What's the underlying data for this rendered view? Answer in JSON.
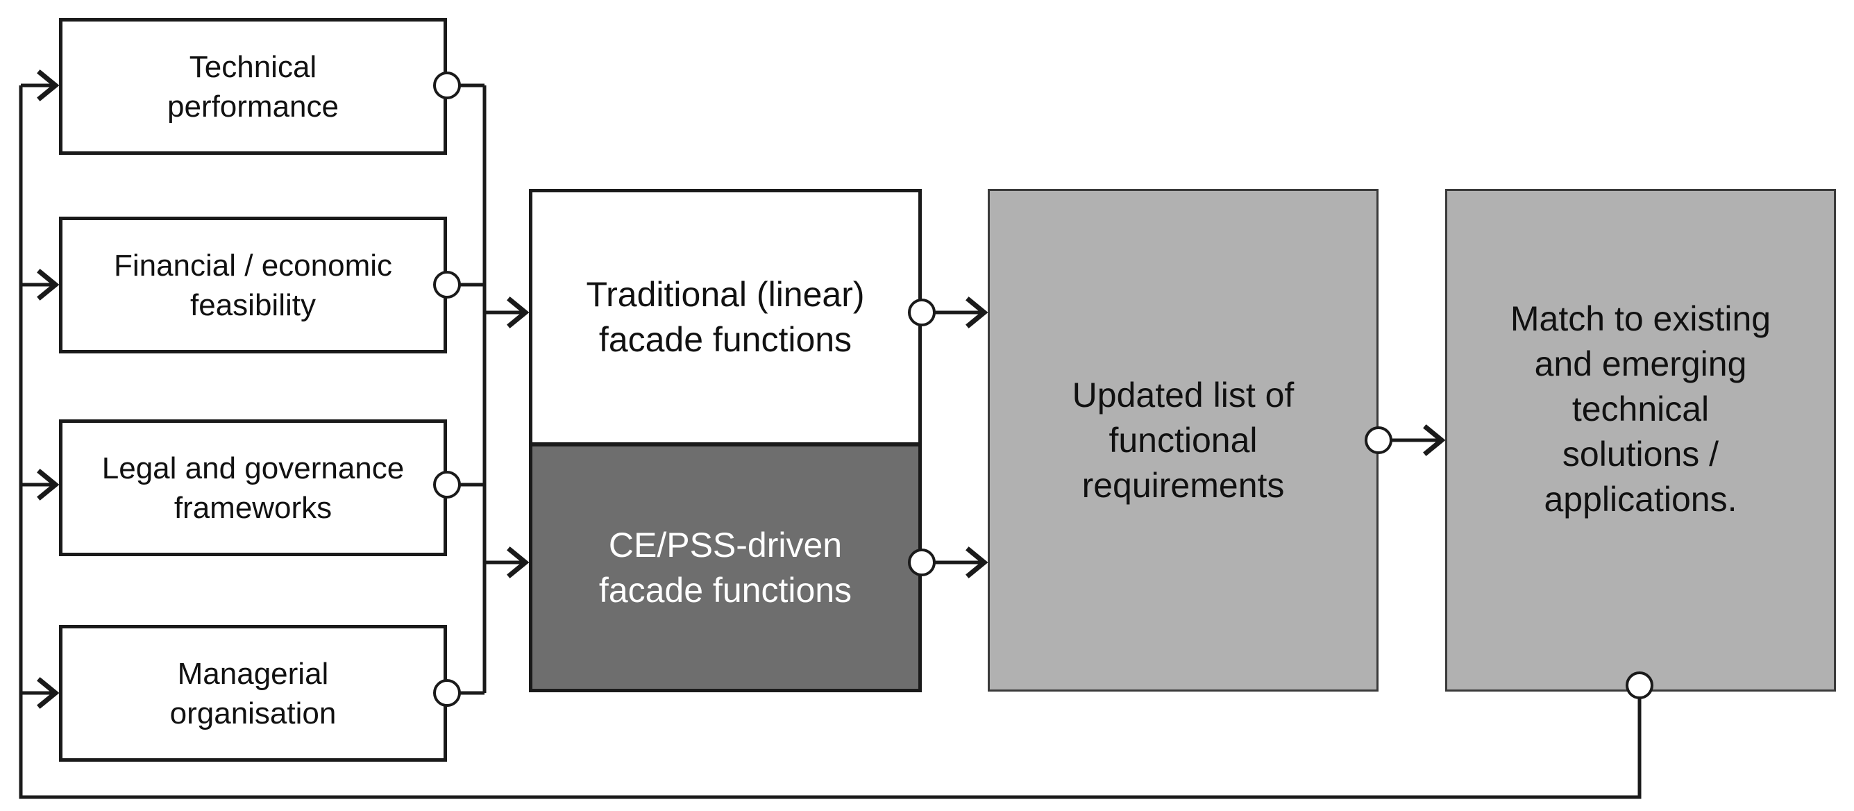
{
  "diagram": {
    "inputs": [
      {
        "id": "technical",
        "label": "Technical\nperformance"
      },
      {
        "id": "financial",
        "label": "Financial / economic\nfeasibility"
      },
      {
        "id": "legal",
        "label": "Legal and governance\nframeworks"
      },
      {
        "id": "managerial",
        "label": "Managerial\norganisation"
      }
    ],
    "functions": {
      "traditional": "Traditional (linear)\nfacade functions",
      "ce_pss": "CE/PSS-driven\nfacade functions"
    },
    "requirements": "Updated list of\nfunctional\nrequirements",
    "solutions": "Match to existing\nand emerging\ntechnical\nsolutions /\napplications.",
    "colors": {
      "line": "#1a1a1a",
      "white_box": "#ffffff",
      "dark_box": "#6e6e6e",
      "grey_box": "#b1b1b1"
    }
  }
}
